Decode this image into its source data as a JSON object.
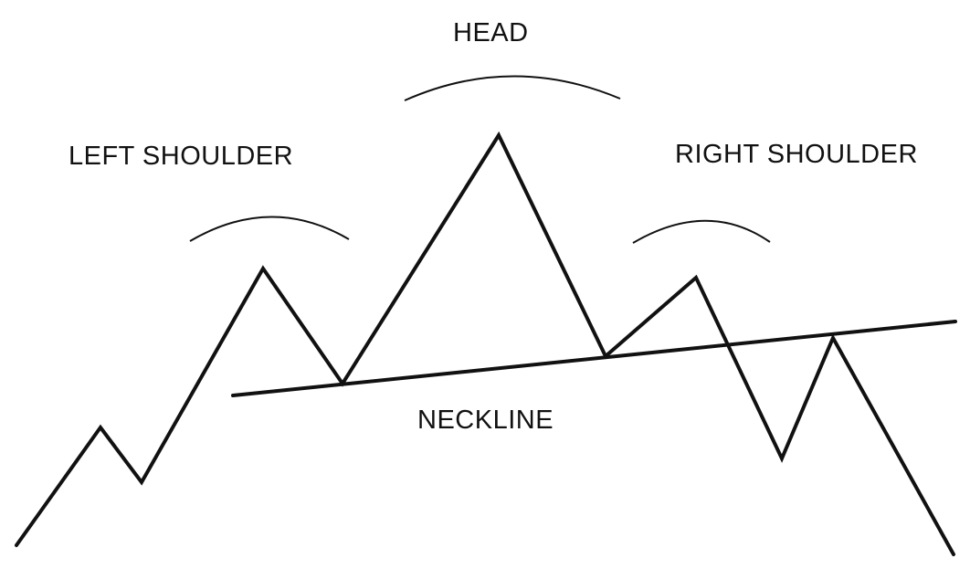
{
  "labels": {
    "head": "HEAD",
    "left_shoulder": "LEFT SHOULDER",
    "right_shoulder": "RIGHT SHOULDER",
    "neckline": "NECKLINE"
  },
  "colors": {
    "line": "#111111",
    "background": "#ffffff"
  }
}
